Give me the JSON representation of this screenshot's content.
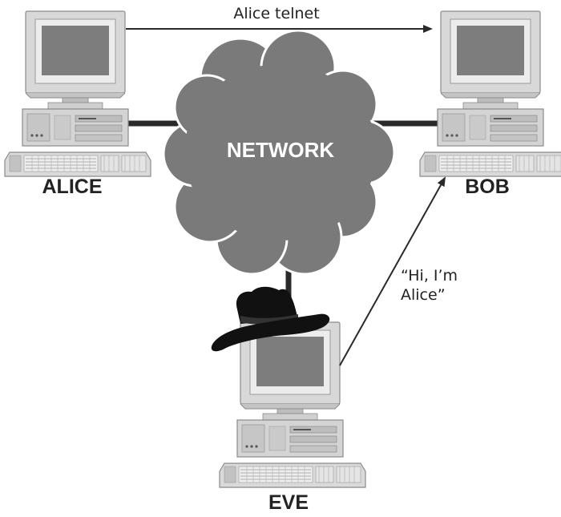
{
  "network": {
    "label": "NETWORK"
  },
  "hosts": {
    "alice": {
      "label": "ALICE"
    },
    "bob": {
      "label": "BOB"
    },
    "eve": {
      "label": "EVE"
    }
  },
  "messages": {
    "legit": {
      "text": "Alice telnet"
    },
    "spoof": {
      "lines": [
        "“Hi, I’m",
        "Alice”"
      ]
    }
  },
  "colors": {
    "cloud": "#7a7a7a",
    "cloud_outline": "#ffffff",
    "link": "#2a2a2a",
    "hat": "#111111",
    "computer_body": "#d6d6d6",
    "screen": "#7d7d7d",
    "text": "#222222"
  },
  "icons": {
    "computer": "desktop-computer-icon",
    "hat": "black-hat-icon",
    "cloud": "network-cloud-icon"
  }
}
